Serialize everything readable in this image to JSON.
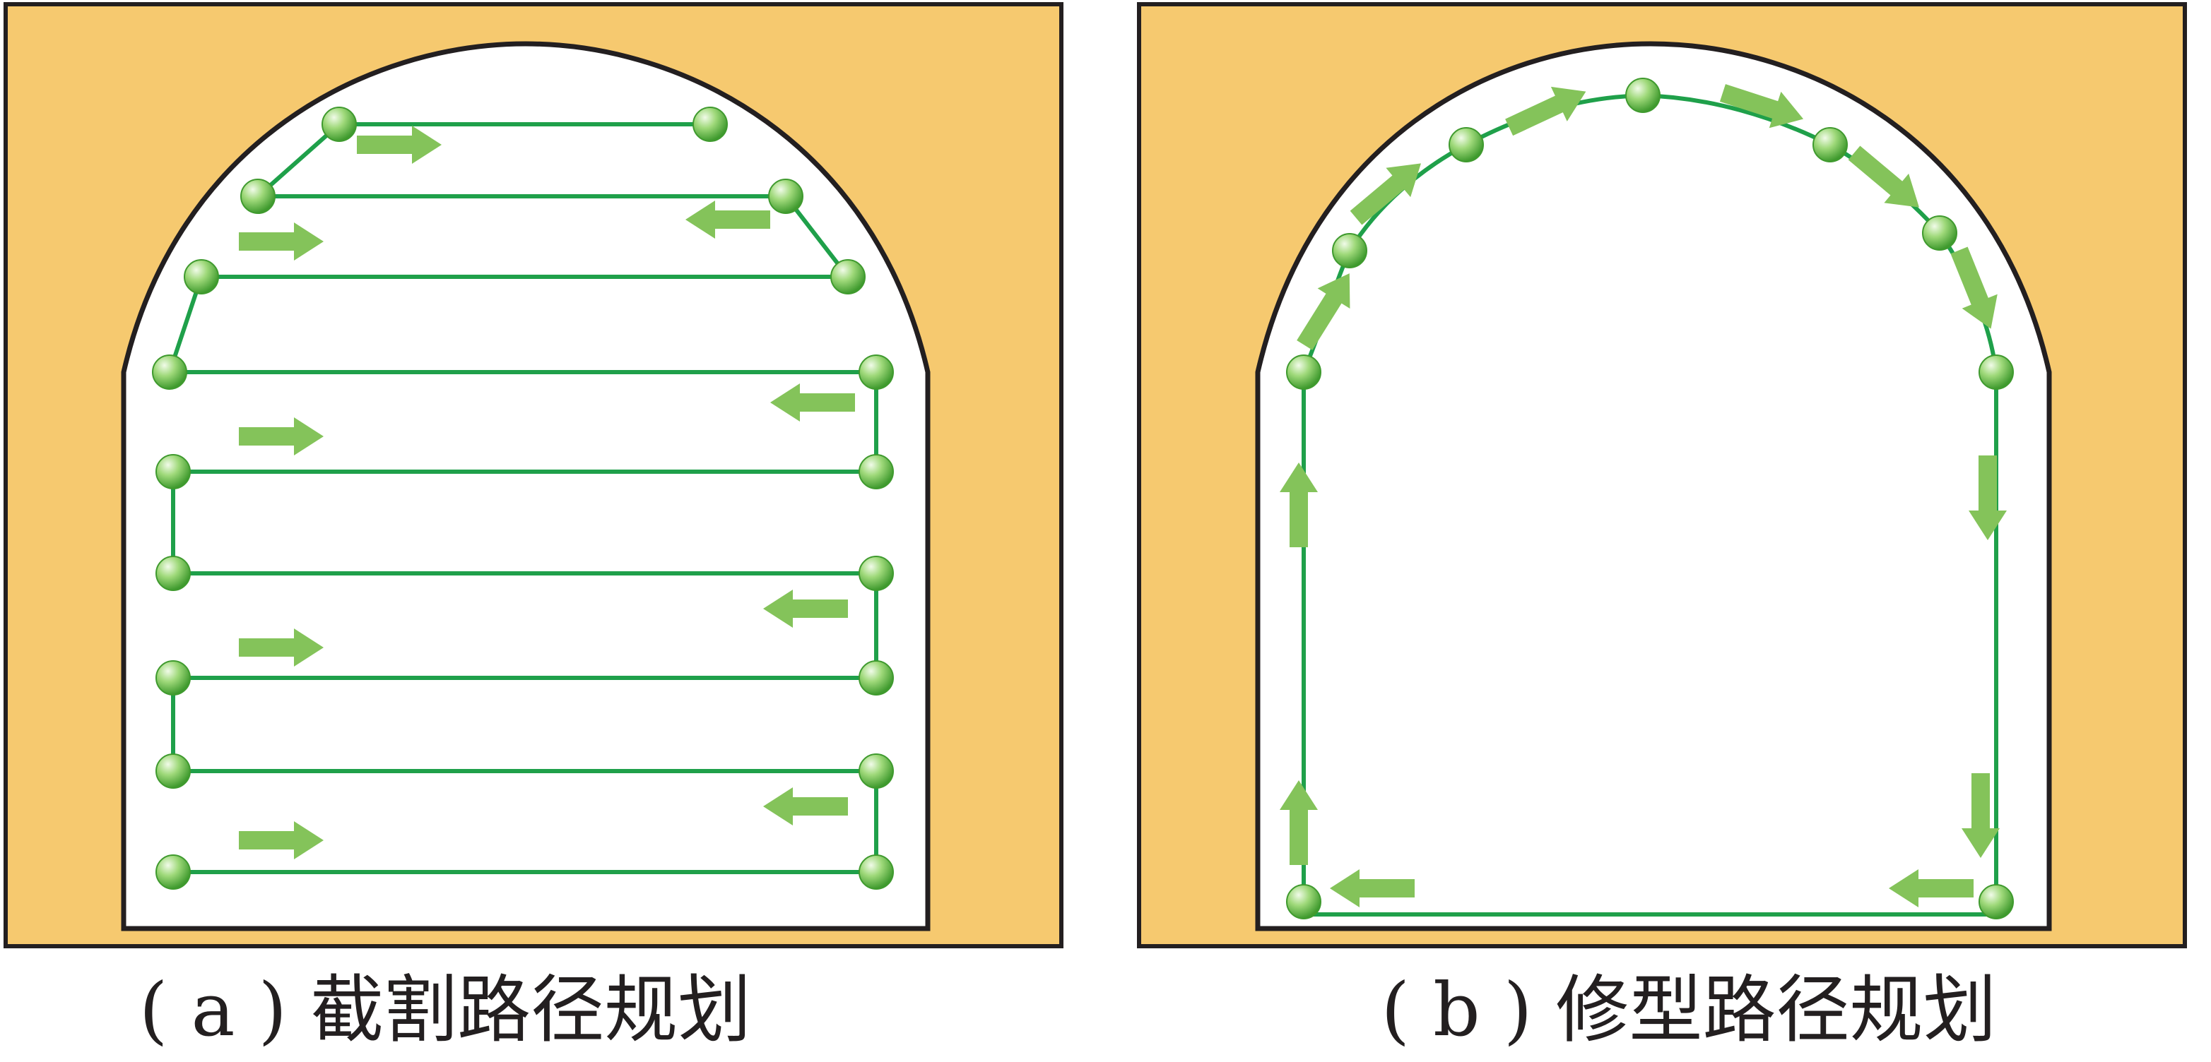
{
  "panels": [
    {
      "id": "a",
      "caption": "( a ) 截割路径规划"
    },
    {
      "id": "b",
      "caption": "( b ) 修型路径规划"
    }
  ],
  "colors": {
    "rock": "#f6c96f",
    "outline": "#231f20",
    "path": "#1fa04a",
    "arrow": "#84c35a",
    "node": "#6cc04a",
    "node_highlight": "#e9f7dd",
    "cavity": "#ffffff"
  }
}
